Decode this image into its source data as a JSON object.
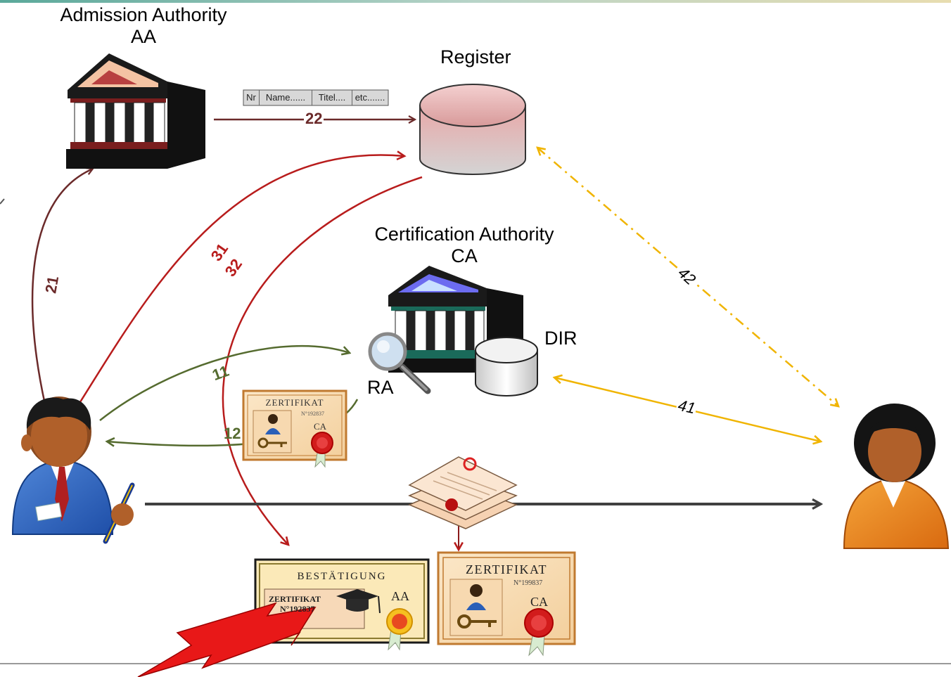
{
  "nodes": {
    "aa": {
      "title": "Admission Authority",
      "abbr": "AA"
    },
    "register": {
      "title": "Register"
    },
    "ca": {
      "title": "Certification Authority",
      "abbr": "CA"
    },
    "dir": {
      "label": "DIR"
    },
    "ra": {
      "label": "RA"
    }
  },
  "register_table": {
    "cells": [
      "Nr",
      "Name......",
      "Titel....",
      "etc......."
    ]
  },
  "flows": {
    "f11": "11",
    "f12": "12",
    "f21": "21",
    "f22": "22",
    "f31": "31",
    "f32": "32",
    "f41": "41",
    "f42": "42"
  },
  "certificates": {
    "small_ca": {
      "title": "ZERTIFIKAT",
      "number": "N°192837",
      "issuer": "CA"
    },
    "confirmation": {
      "title": "BESTÄTIGUNG",
      "cert_title": "ZERTIFIKAT",
      "cert_number": "N°192837",
      "issuer": "AA"
    },
    "large_ca": {
      "title": "ZERTIFIKAT",
      "number": "N°199837",
      "issuer": "CA"
    }
  },
  "colors": {
    "dark_red_brown": "#6b2a2a",
    "red": "#b81c1c",
    "green": "#556b2f",
    "yellow": "#f0b400",
    "dark_gray": "#404040"
  }
}
